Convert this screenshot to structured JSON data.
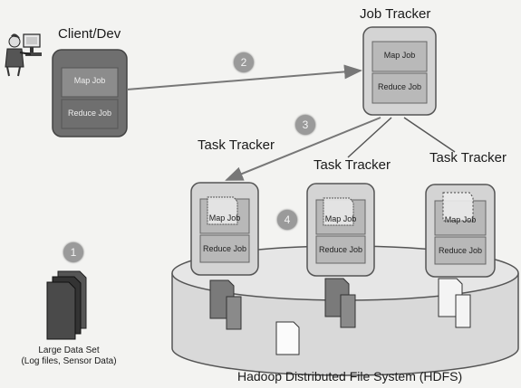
{
  "client": {
    "title": "Client/Dev",
    "map_job": "Map Job",
    "reduce_job": "Reduce Job"
  },
  "job_tracker": {
    "title": "Job Tracker",
    "map_job": "Map Job",
    "reduce_job": "Reduce Job"
  },
  "task_trackers": [
    {
      "title": "Task Tracker",
      "map_job": "Map Job",
      "reduce_job": "Reduce Job"
    },
    {
      "title": "Task Tracker",
      "map_job": "Map Job",
      "reduce_job": "Reduce Job"
    },
    {
      "title": "Task Tracker",
      "map_job": "Map Job",
      "reduce_job": "Reduce Job"
    }
  ],
  "steps": [
    "1",
    "2",
    "3",
    "4"
  ],
  "dataset": {
    "line1": "Large Data Set",
    "line2": "(Log files, Sensor Data)"
  },
  "hdfs": {
    "label": "Hadoop Distributed File System (HDFS)"
  },
  "icons": [
    "person-at-computer-icon",
    "document-stack-icon",
    "document-icon"
  ],
  "colors": {
    "node_fill": "#d4d4d4",
    "job_fill": "#b8b8b8",
    "client_fill": "#6f6f6f",
    "step_circle": "#9a9a9a"
  }
}
